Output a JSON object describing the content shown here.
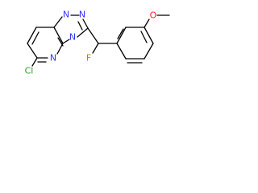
{
  "molecule": {
    "atoms": {
      "n_triazole_top": "N",
      "n_triazole_mid": "N",
      "n_bridgehead": "N",
      "n_pyridazine": "N",
      "chlorine": "Cl",
      "fluorine": "F",
      "oxygen": "O"
    },
    "colors": {
      "nitrogen": "#3333ff",
      "chlorine": "#1f9f1f",
      "fluorine": "#b38b00",
      "oxygen": "#ff2020",
      "bond": "#000000"
    }
  }
}
